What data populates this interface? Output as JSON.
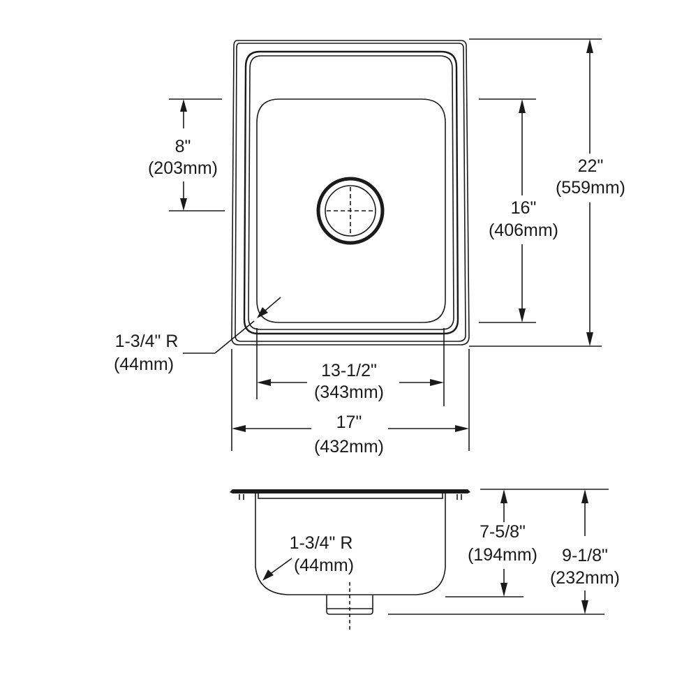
{
  "diagram": {
    "subject": "Drop-in single bowl sink dimension drawing",
    "top_view": {
      "dimensions": {
        "drain_offset": {
          "imperial": "8\"",
          "metric": "(203mm)"
        },
        "overall_length": {
          "imperial": "22\"",
          "metric": "(559mm)"
        },
        "bowl_length": {
          "imperial": "16\"",
          "metric": "(406mm)"
        },
        "corner_radius": {
          "imperial": "1-3/4\" R",
          "metric": "(44mm)"
        },
        "bowl_width": {
          "imperial": "13-1/2\"",
          "metric": "(343mm)"
        },
        "overall_width": {
          "imperial": "17\"",
          "metric": "(432mm)"
        }
      }
    },
    "side_view": {
      "dimensions": {
        "corner_radius": {
          "imperial": "1-3/4\" R",
          "metric": "(44mm)"
        },
        "bowl_depth": {
          "imperial": "7-5/8\"",
          "metric": "(194mm)"
        },
        "overall_depth": {
          "imperial": "9-1/8\"",
          "metric": "(232mm)"
        }
      }
    },
    "line_color": "#1a1a1a",
    "background": "#ffffff"
  }
}
